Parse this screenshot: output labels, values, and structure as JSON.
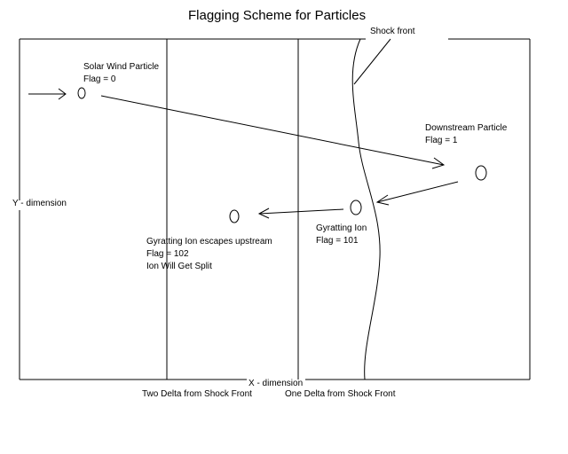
{
  "title": "Flagging Scheme for Particles",
  "labels": {
    "shock_front": "Shock front",
    "solar_wind_particle": "Solar Wind Particle",
    "solar_wind_flag": "Flag = 0",
    "downstream_particle": "Downstream Particle",
    "downstream_flag": "Flag = 1",
    "gyrating_ion": "Gyratting Ion",
    "gyrating_flag": "Flag = 101",
    "escapes_line1": "Gyratting Ion escapes upstream",
    "escapes_line2": "Flag = 102",
    "escapes_line3": "Ion Will Get Split",
    "y_dimension": "Y - dimension",
    "x_dimension": "X - dimension",
    "two_delta": "Two Delta from Shock Front",
    "one_delta": "One Delta from Shock Front"
  }
}
